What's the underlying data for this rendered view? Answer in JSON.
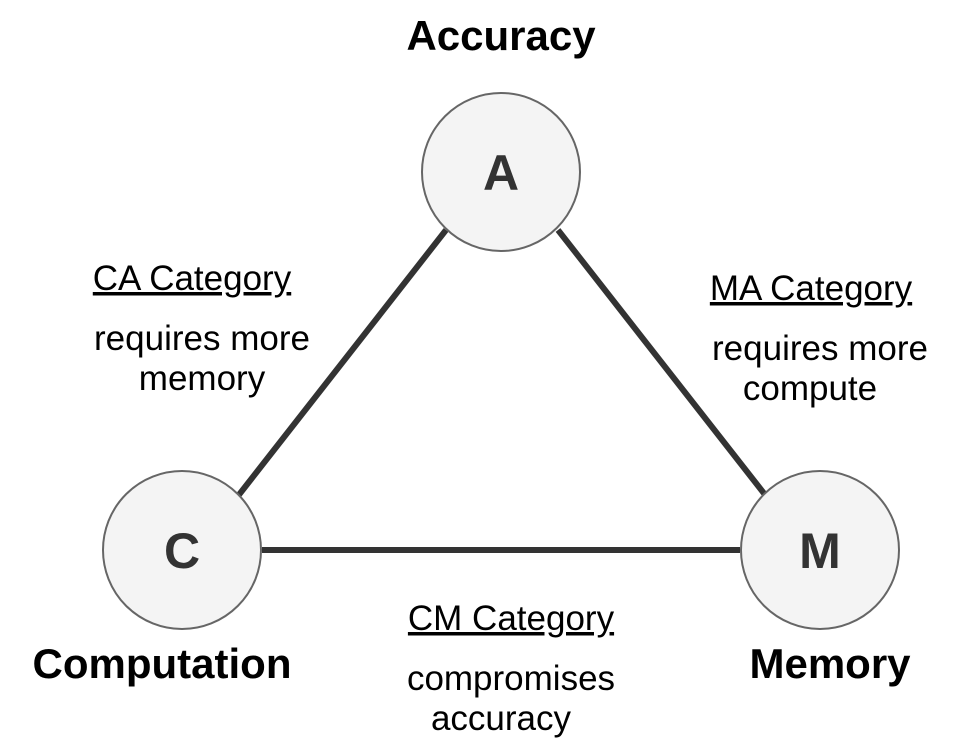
{
  "nodes": {
    "accuracy": {
      "letter": "A",
      "title": "Accuracy"
    },
    "computation": {
      "letter": "C",
      "title": "Computation"
    },
    "memory": {
      "letter": "M",
      "title": "Memory"
    }
  },
  "edges": {
    "ca": {
      "title": "CA Category",
      "desc_line1": "requires more",
      "desc_line2": "memory"
    },
    "ma": {
      "title": "MA Category",
      "desc_line1": "requires more",
      "desc_line2": "compute"
    },
    "cm": {
      "title": "CM Category",
      "desc_line1": "compromises",
      "desc_line2": "accuracy"
    }
  },
  "colors": {
    "node_fill": "#f4f4f4",
    "node_stroke": "#666666",
    "edge": "#333333",
    "text": "#000000",
    "letter": "#333333"
  }
}
